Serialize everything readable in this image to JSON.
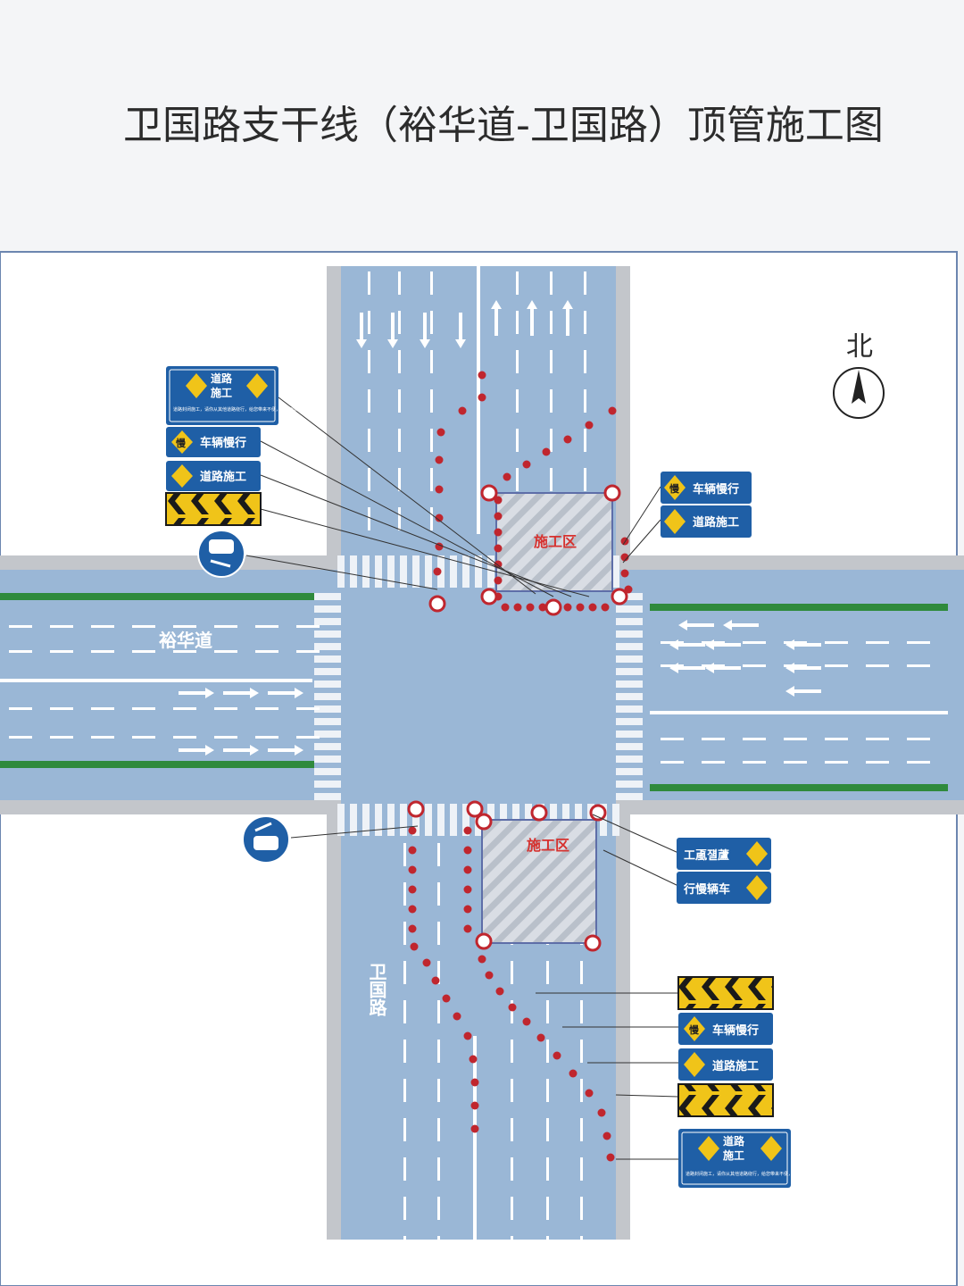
{
  "title": "卫国路支干线（裕华道-卫国路）顶管施工图",
  "north": "北",
  "roads": {
    "east_west": "裕华道",
    "north_south": "卫国路"
  },
  "zones": {
    "north": "施工区",
    "south": "施工区"
  },
  "signs": {
    "road_work_title": "道路",
    "road_work_title2": "施工",
    "road_work_notice": "道路封闭施工，请你从其他道路绕行，给您带来不便，敬请谅解！",
    "slow_char": "慢",
    "slow_text": "车辆慢行",
    "road_work_text": "道路施工",
    "south_mirror_1": "工颪쟬蘆",
    "south_mirror_2": "行慢辆车"
  },
  "colors": {
    "road": "#9ab7d6",
    "road_dark": "#8eadcf",
    "sign_blue": "#1f5fa6",
    "cone_red": "#c0262e",
    "median_green": "#2f8a3c",
    "zone_hatch": "#c9cfd8"
  }
}
